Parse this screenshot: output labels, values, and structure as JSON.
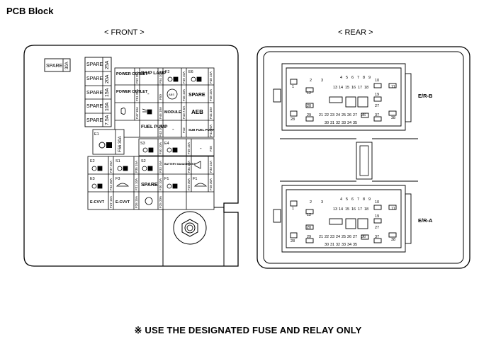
{
  "title": "PCB Block",
  "front_label": "< FRONT >",
  "rear_label": "< REAR >",
  "notice": "※ USE THE DESIGNATED FUSE AND RELAY ONLY",
  "front": {
    "top_spare": {
      "label": "SPARE",
      "rating": "30A"
    },
    "spare_column": [
      {
        "label": "SPARE",
        "rating": "25A"
      },
      {
        "label": "SPARE",
        "rating": "20A"
      },
      {
        "label": "SPARE",
        "rating": "15A"
      },
      {
        "label": "SPARE",
        "rating": "10A"
      },
      {
        "label": "SPARE",
        "rating": "7.5A"
      }
    ],
    "row1": [
      {
        "label": "POWER OUTLET",
        "code": "F52 20A"
      },
      {
        "label": "B/UP LAMP",
        "code": "F54 10A"
      },
      {
        "label": "F2",
        "code": "F49 10A"
      },
      {
        "label": "E6",
        "code": "F48 15A"
      }
    ],
    "row2": [
      {
        "label": "POWER OUTLET",
        "code": "F51 20A"
      },
      {
        "label": "-",
        "code": "F50"
      },
      {
        "label": "ABS",
        "code": "F46 10A"
      },
      {
        "label": "SPARE",
        "code": "F48 15A"
      }
    ],
    "row3": [
      {
        "label": "",
        "code": "F47 10A"
      },
      {
        "label": "",
        "code": "F46 10A"
      },
      {
        "label": "MODULE",
        "code": "F43 7.5A"
      },
      {
        "label": "AEB",
        "code": "F44 10A"
      }
    ],
    "row4": [
      {
        "label": "FUEL PUMP",
        "code": "F43 20A"
      },
      {
        "label": "-",
        "code": "F42"
      },
      {
        "label": "SUB FUEL PUMP",
        "code": "F41 20A"
      }
    ],
    "e1": {
      "label": "E1",
      "rating": "F56 30A"
    },
    "s3": {
      "label": "S3",
      "code": "F40 10A"
    },
    "e4": {
      "label": "E4",
      "code": "F39 15A"
    },
    "f38": {
      "label": "-",
      "code": "F38"
    },
    "row5": [
      {
        "label": "E2",
        "code": "F37 20A"
      },
      {
        "label": "S1",
        "code": "F35 15A"
      },
      {
        "label": "S2",
        "code": "F33 10A"
      },
      {
        "label": "BATTERY MANAGEMENT",
        "code": "F34 10A"
      },
      {
        "label": "",
        "code": "F33 15A"
      }
    ],
    "row6": [
      {
        "label": "E3",
        "code": "F32 30A"
      },
      {
        "label": "F3",
        "code": "F31 10A"
      },
      {
        "label": "SPARE",
        "code": "F30 10A"
      },
      {
        "label": "F1",
        "code": "F29 30A"
      },
      {
        "label": "F1",
        "code": "F28 30A"
      }
    ],
    "row7": [
      {
        "label": "E-CVVT",
        "code": "F27 15A"
      },
      {
        "label": "E-CVVT",
        "code": "F26 15A"
      },
      {
        "label": "",
        "code": "F25 20A"
      }
    ]
  },
  "rear": {
    "connectors": [
      {
        "label": "E/R-B",
        "pins_top": [
          "4",
          "5",
          "6",
          "7",
          "8",
          "9"
        ],
        "pins_row2": [
          "13",
          "14",
          "15",
          "16",
          "17",
          "18"
        ],
        "pins_bottom": [
          "22",
          "23",
          "24",
          "25",
          "26",
          "27"
        ],
        "pins_bottom2": [
          "30",
          "31",
          "32",
          "33",
          "34",
          "35"
        ],
        "side_left": [
          "1",
          "12",
          "20",
          "28",
          "29"
        ],
        "side_right": [
          "10",
          "11",
          "19",
          "27",
          "36",
          "37",
          "38"
        ],
        "misc": [
          "2",
          "3",
          "21"
        ]
      },
      {
        "label": "E/R-A",
        "pins_top": [
          "4",
          "5",
          "6",
          "7",
          "8",
          "9"
        ],
        "pins_row2": [
          "13",
          "14",
          "15",
          "16",
          "17",
          "18"
        ],
        "pins_bottom": [
          "22",
          "23",
          "24",
          "25",
          "26",
          "27"
        ],
        "pins_bottom2": [
          "30",
          "31",
          "32",
          "33",
          "34",
          "35"
        ],
        "side_left": [
          "1",
          "12",
          "20",
          "28",
          "29"
        ],
        "side_right": [
          "10",
          "11",
          "19",
          "27",
          "36",
          "37",
          "38"
        ],
        "misc": [
          "2",
          "3",
          "21"
        ]
      }
    ]
  }
}
